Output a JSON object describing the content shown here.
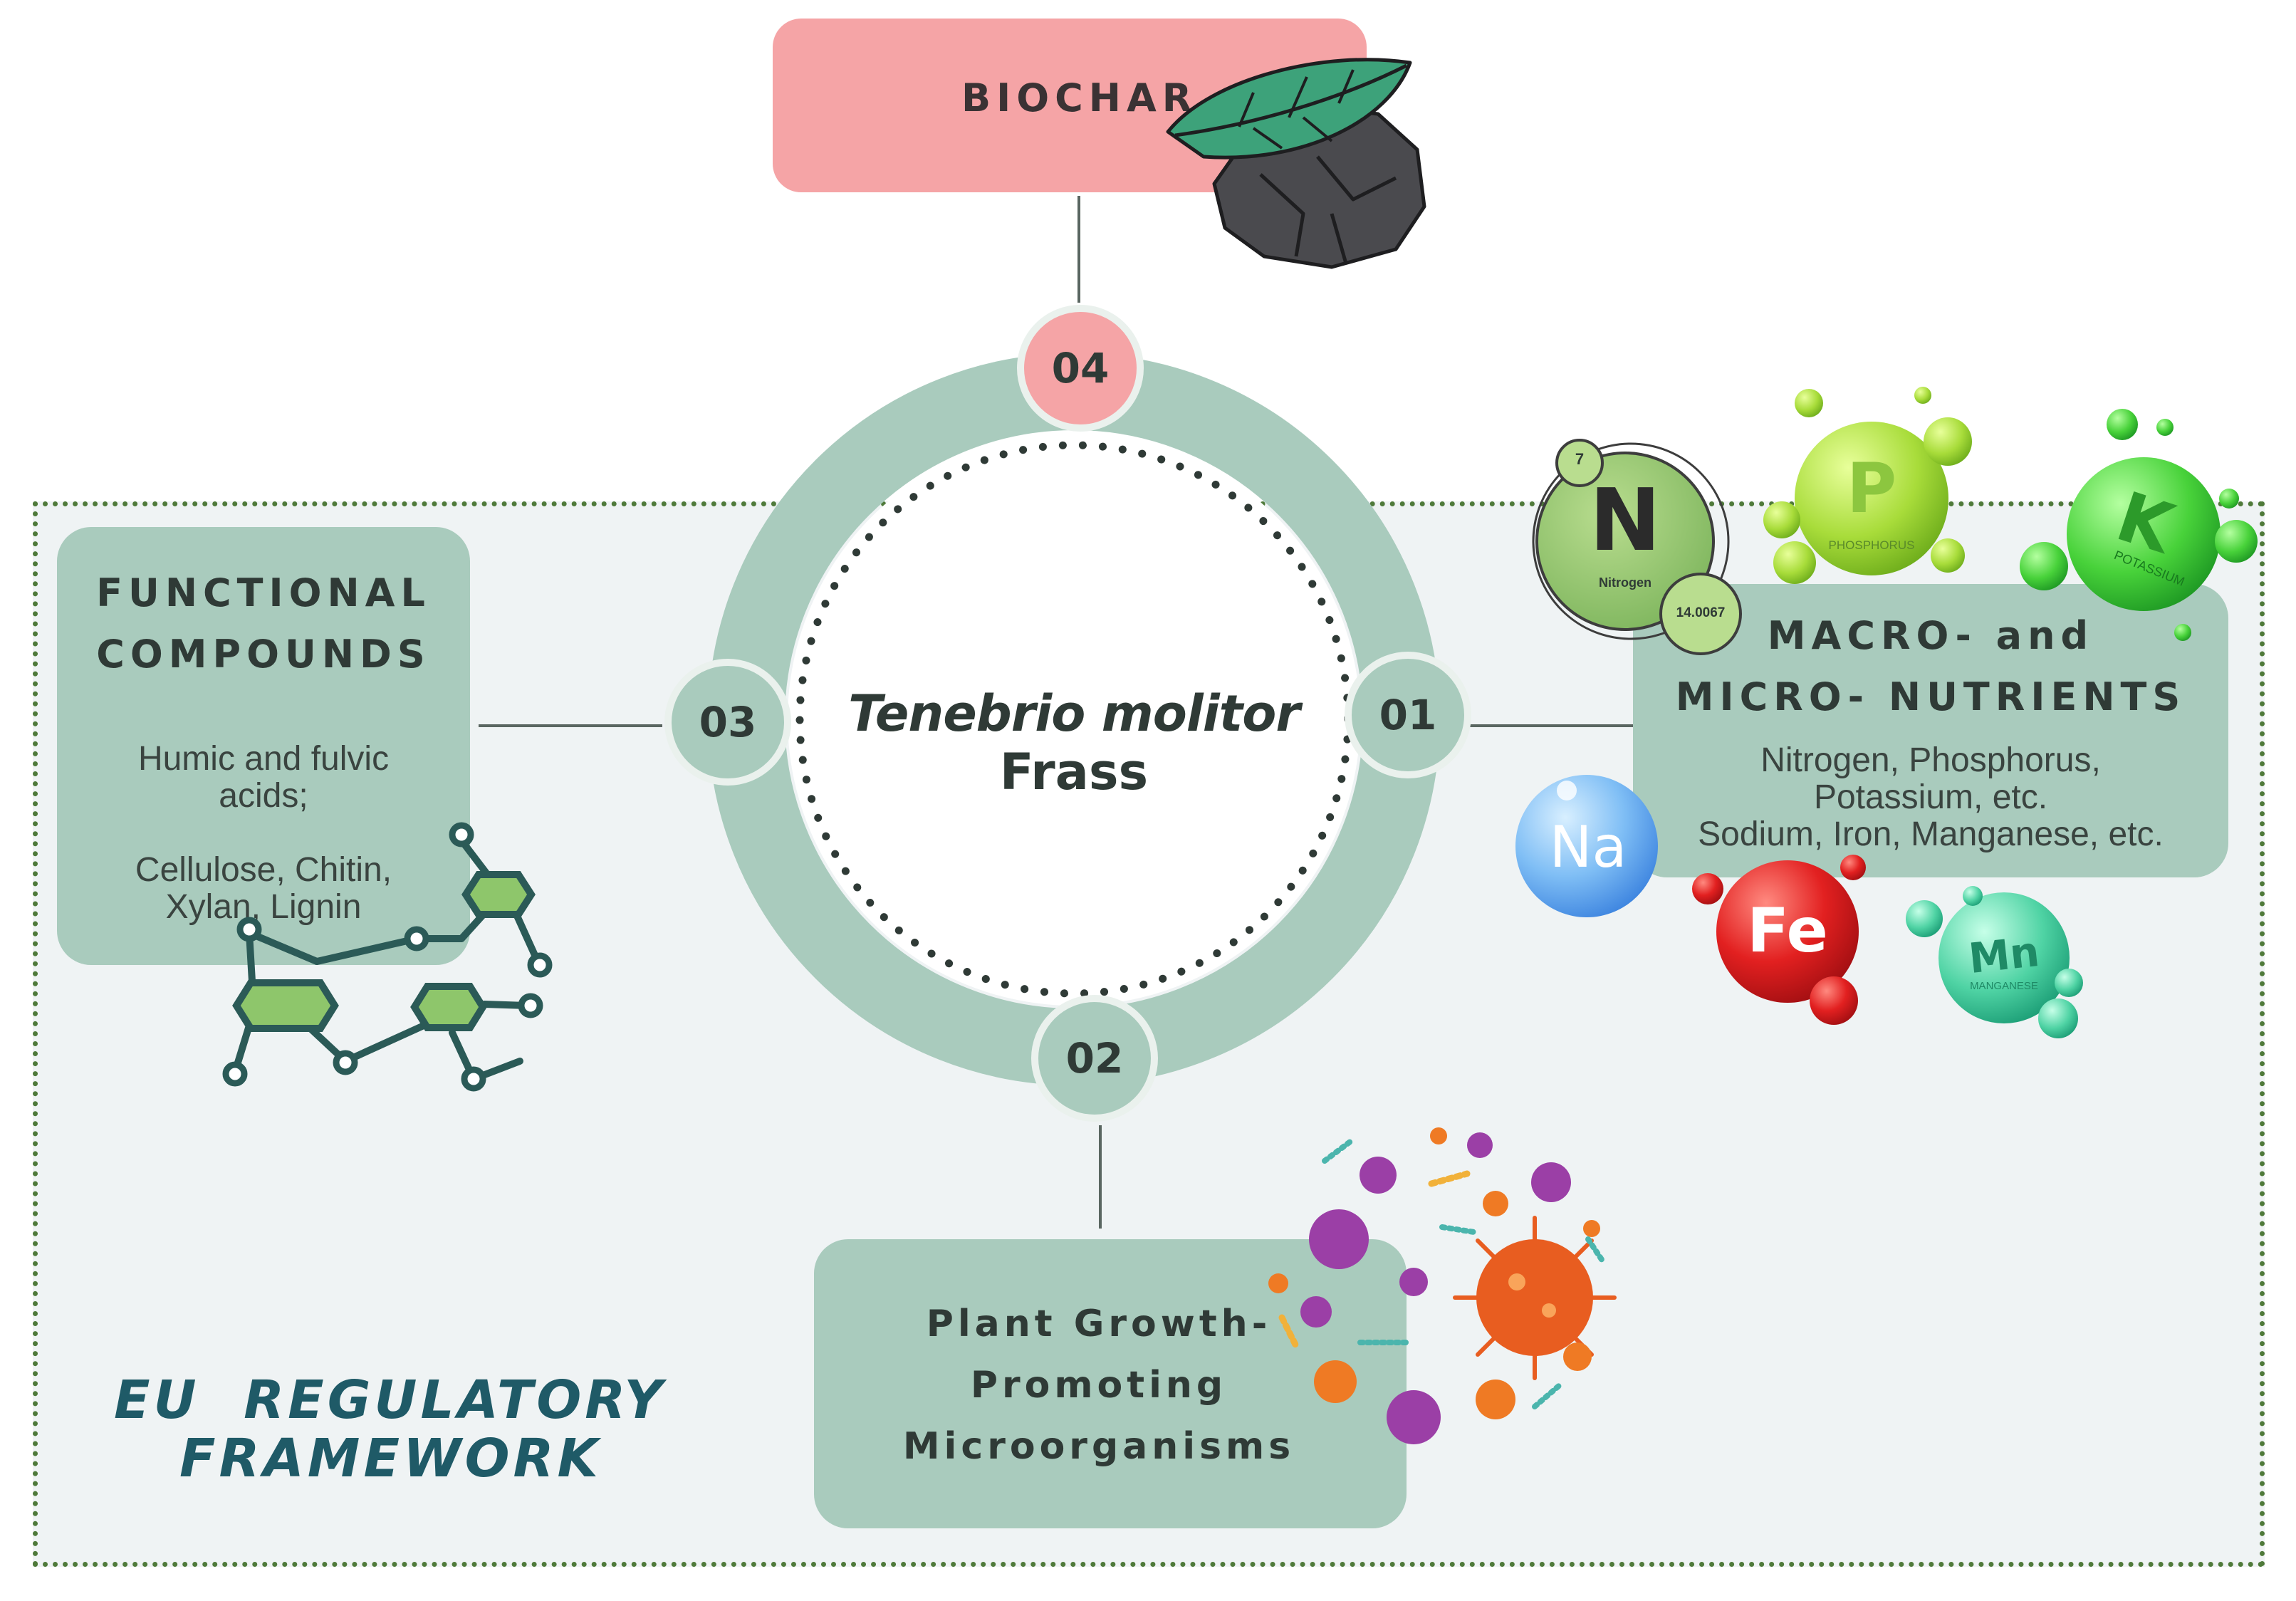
{
  "biochar": {
    "title": "BIOCHAR"
  },
  "center": {
    "species": "Tenebrio molitor",
    "product": "Frass"
  },
  "steps": [
    {
      "num": "01"
    },
    {
      "num": "02"
    },
    {
      "num": "03"
    },
    {
      "num": "04"
    }
  ],
  "functional": {
    "title": [
      "FUNCTIONAL",
      "COMPOUNDS"
    ],
    "text": [
      "Humic and fulvic",
      "acids;",
      "Cellulose, Chitin,",
      "Xylan, Lignin"
    ]
  },
  "nutrients": {
    "title": [
      "MACRO- and",
      "MICRO- NUTRIENTS"
    ],
    "text": [
      "Nitrogen, Phosphorus,",
      "Potassium, etc.",
      "Sodium, Iron, Manganese, etc."
    ],
    "elements": {
      "n_symbol": "N",
      "n_number": "7",
      "n_name": "Nitrogen",
      "n_mass": "14.0067",
      "p_symbol": "P",
      "p_name": "PHOSPHORUS",
      "k_symbol": "K",
      "k_name": "POTASSIUM",
      "na_symbol": "Na",
      "fe_symbol": "Fe",
      "mn_symbol": "Mn",
      "mn_name": "MANGANESE"
    }
  },
  "pgpm": {
    "title": [
      "Plant Growth-",
      "Promoting",
      "Microorganisms"
    ]
  },
  "framework": {
    "title": [
      "EU  REGULATORY",
      "FRAMEWORK"
    ]
  },
  "colors": {
    "green_box": "#a9cbbd",
    "pink": "#f5a4a6",
    "dark_text": "#2f3a36",
    "framework_text": "#1f5a67",
    "frame_border": "#4f7a3a"
  }
}
